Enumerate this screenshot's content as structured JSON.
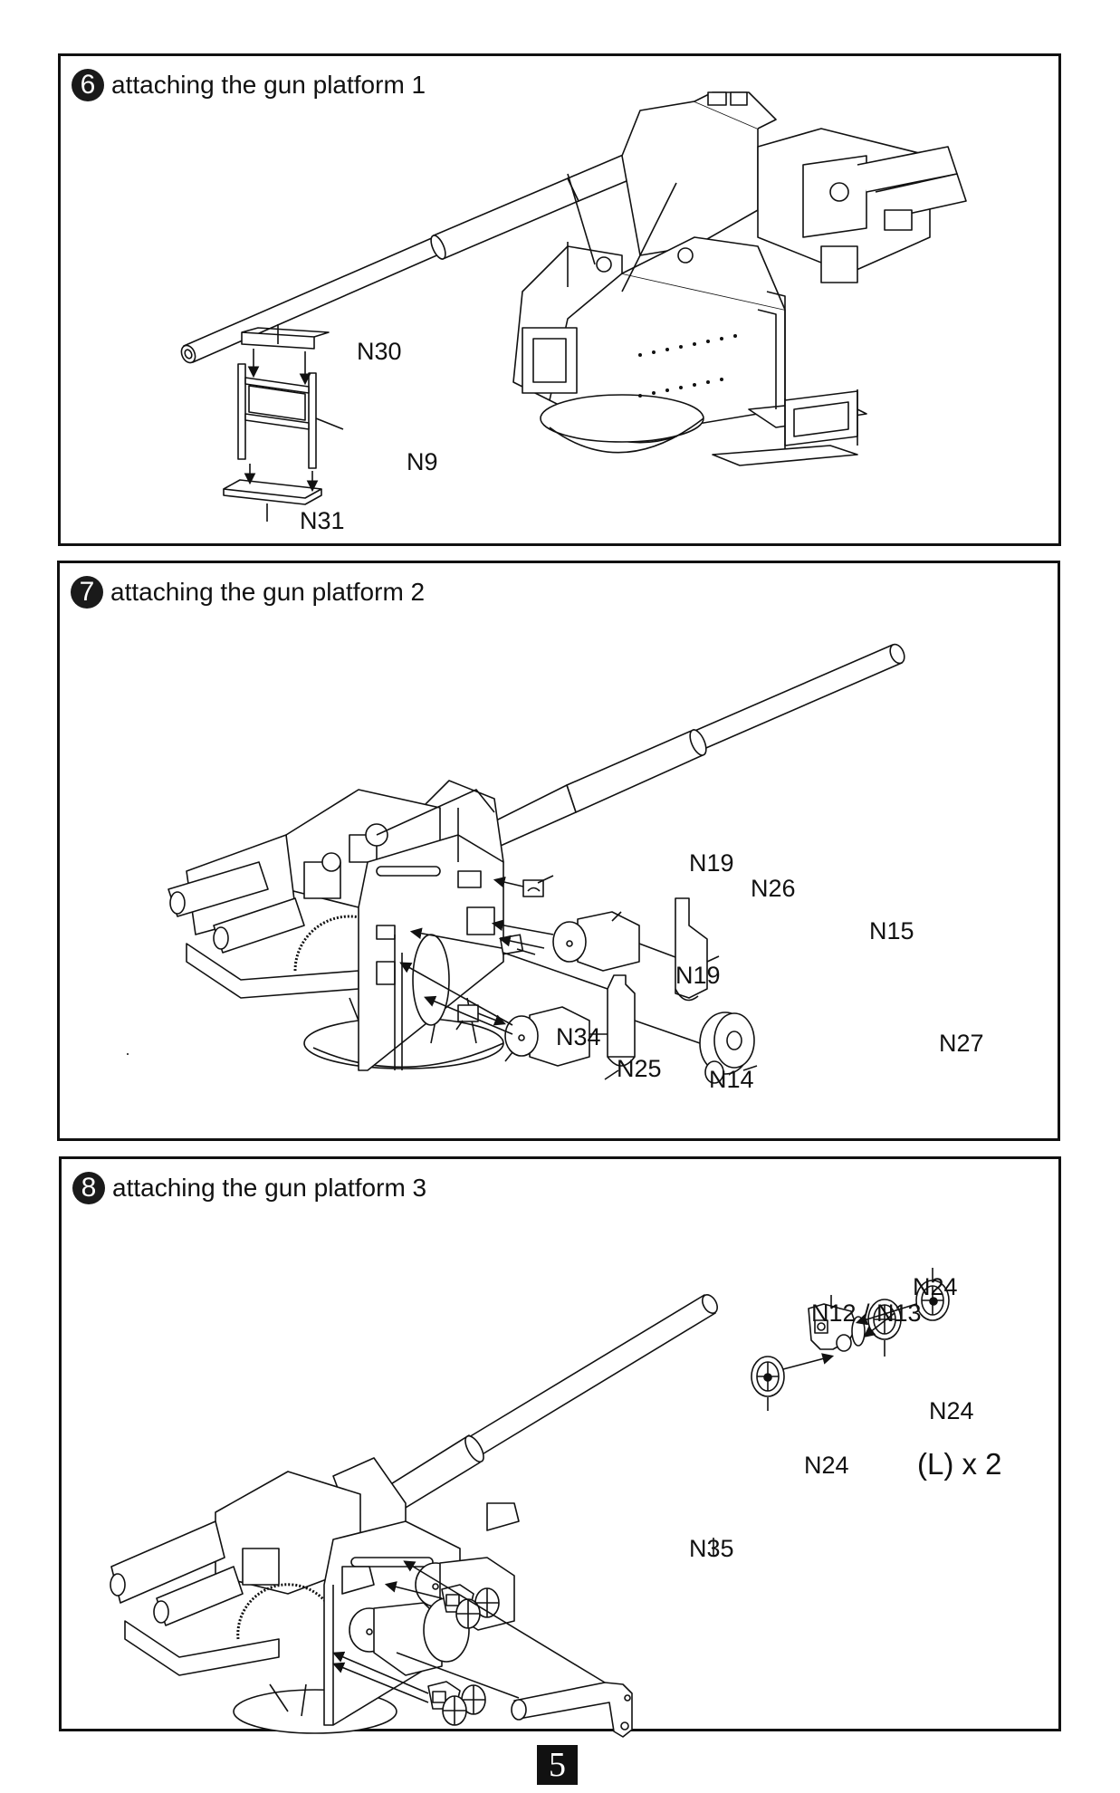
{
  "page": {
    "number": "5"
  },
  "steps": [
    {
      "number": "6",
      "title": "attaching the gun platform 1",
      "parts": [
        "N30",
        "N9",
        "N31"
      ]
    },
    {
      "number": "7",
      "title": "attaching the gun platform 2",
      "parts": [
        "N19",
        "N26",
        "N15",
        "N19",
        "N34",
        "N25",
        "N14",
        "N27"
      ]
    },
    {
      "number": "8",
      "title": "attaching the gun platform 3",
      "parts": [
        "N24",
        "N12 / N13",
        "N24",
        "N24",
        "N35"
      ],
      "note": "(L) x 2"
    }
  ],
  "colors": {
    "ink": "#111111",
    "paper": "#ffffff"
  }
}
